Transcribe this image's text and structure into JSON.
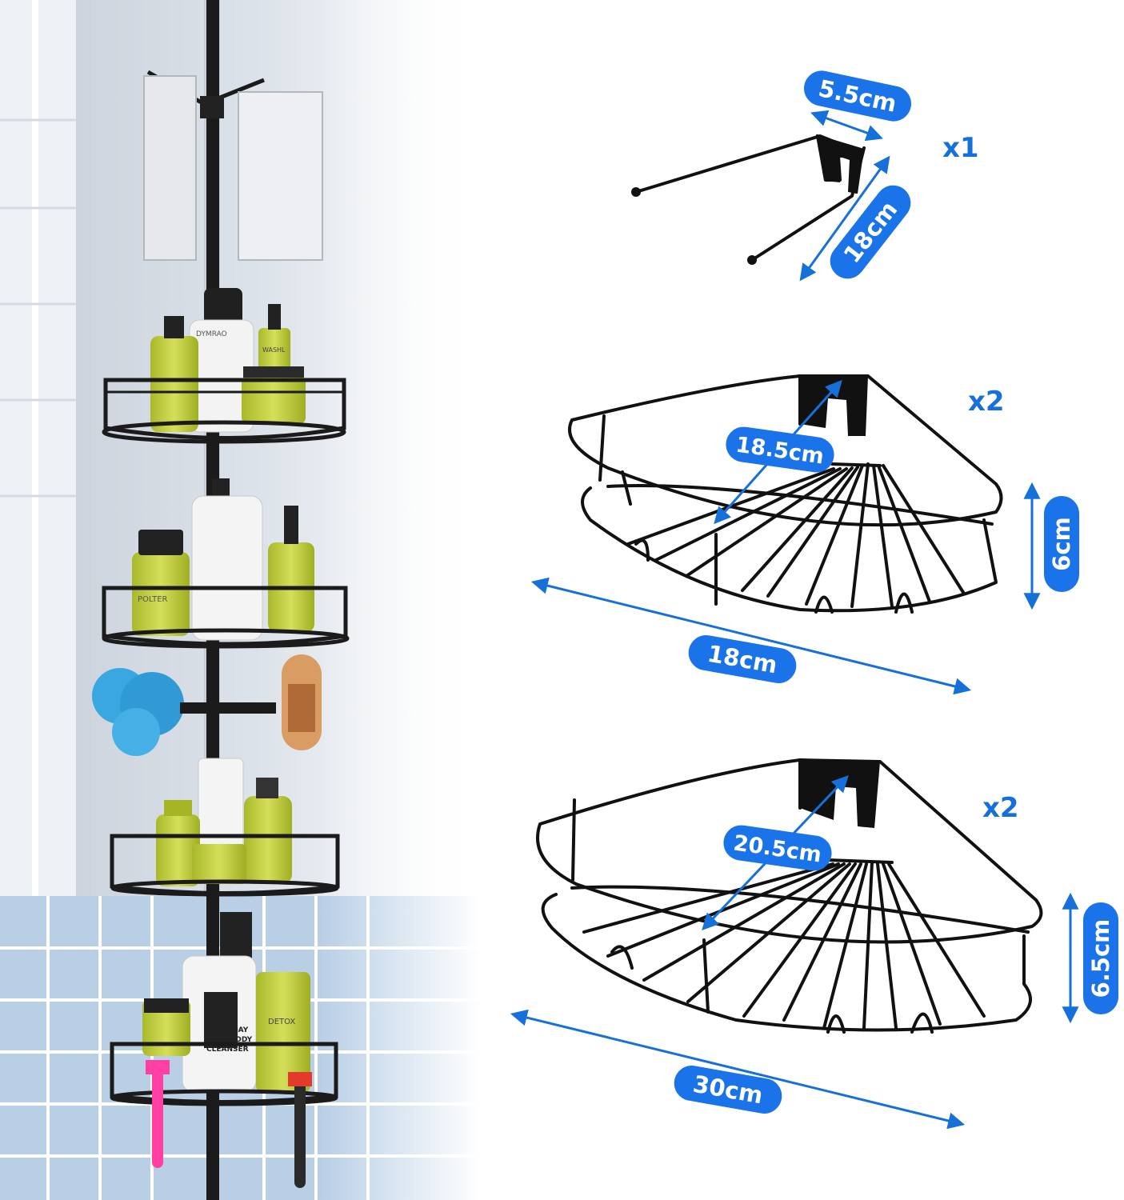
{
  "colors": {
    "accent": "#1570d9",
    "pill": "#1a73e8",
    "wire": "#111111",
    "tile": "#b9cfe6",
    "wall": "#c4cbd4"
  },
  "photo": {
    "bottle_labels": {
      "top_tall": "DYMRAO",
      "top_small": "WASHL",
      "mid_bottle": "POLTER",
      "bottom_bottle_1": "EVERYDAY",
      "bottom_bottle_2": "ALOE BODY",
      "bottom_bottle_3": "CLEANSER",
      "bottom_jar": "DETOX"
    }
  },
  "items": [
    {
      "quantity": "x1",
      "dims": [
        "5.5cm",
        "18cm"
      ]
    },
    {
      "quantity": "x2",
      "dims": [
        "18.5cm",
        "6cm",
        "18cm"
      ]
    },
    {
      "quantity": "x2",
      "dims": [
        "20.5cm",
        "6.5cm",
        "30cm"
      ]
    }
  ]
}
